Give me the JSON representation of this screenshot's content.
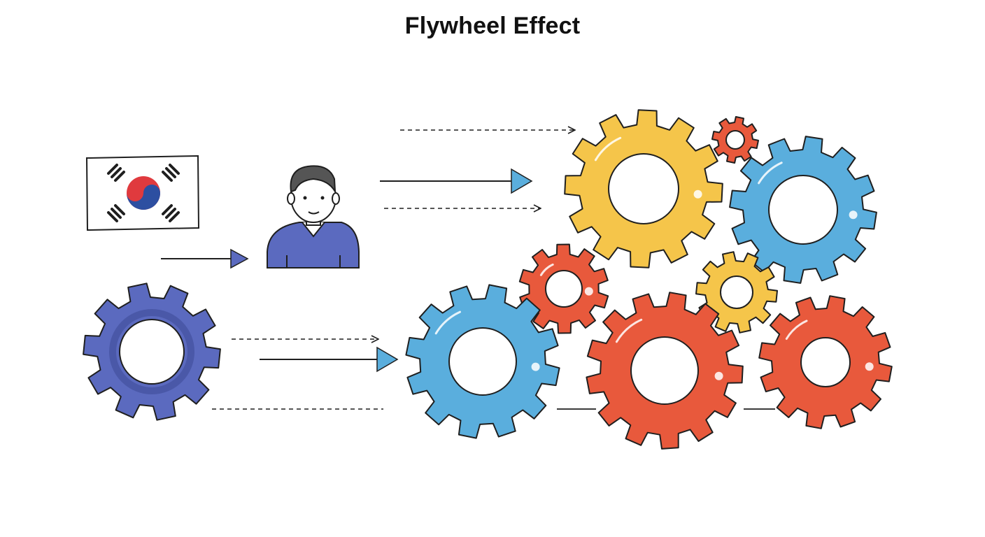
{
  "title": "Flywheel Effect",
  "colors": {
    "indigo": "#5b6abf",
    "yellow": "#f5c54a",
    "blue": "#5aaedd",
    "red": "#e8593c",
    "outline": "#1f1f1f",
    "flag_red": "#e03a3e",
    "flag_blue": "#2d4fa1",
    "skin": "#ffffff",
    "hair": "#555555"
  },
  "elements": {
    "flag": "korean-flag-icon",
    "person": "person-icon",
    "gears": [
      "indigo-gear",
      "yellow-gear",
      "blue-gear",
      "red-gear"
    ],
    "arrows": [
      "solid-arrow",
      "dashed-arrow"
    ]
  }
}
